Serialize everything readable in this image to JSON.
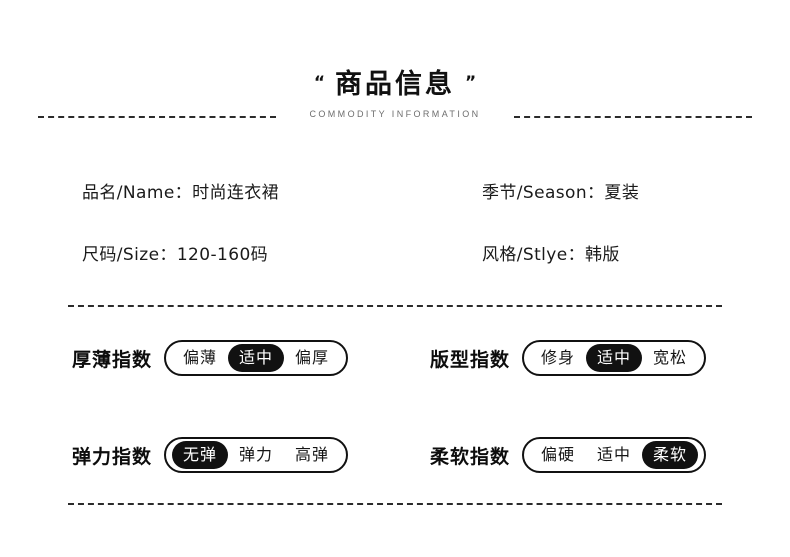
{
  "header": {
    "quote_left": "“",
    "quote_right": "”",
    "title": "商品信息",
    "subtitle": "COMMODITY INFORMATION"
  },
  "info": {
    "rows": [
      {
        "left": "品名/Name：时尚连衣裙",
        "right": "季节/Season：夏装"
      },
      {
        "left": "尺码/Size：120-160码",
        "right": "风格/Stlye：韩版"
      }
    ]
  },
  "indexes": {
    "rows": [
      [
        {
          "label": "厚薄指数",
          "options": [
            "偏薄",
            "适中",
            "偏厚"
          ],
          "active": 1
        },
        {
          "label": "版型指数",
          "options": [
            "修身",
            "适中",
            "宽松"
          ],
          "active": 1
        }
      ],
      [
        {
          "label": "弹力指数",
          "options": [
            "无弹",
            "弹力",
            "高弹"
          ],
          "active": 0
        },
        {
          "label": "柔软指数",
          "options": [
            "偏硬",
            "适中",
            "柔软"
          ],
          "active": 2
        }
      ]
    ]
  },
  "colors": {
    "ink": "#111111",
    "paper": "#ffffff",
    "subtitle": "#6d6d6d"
  }
}
